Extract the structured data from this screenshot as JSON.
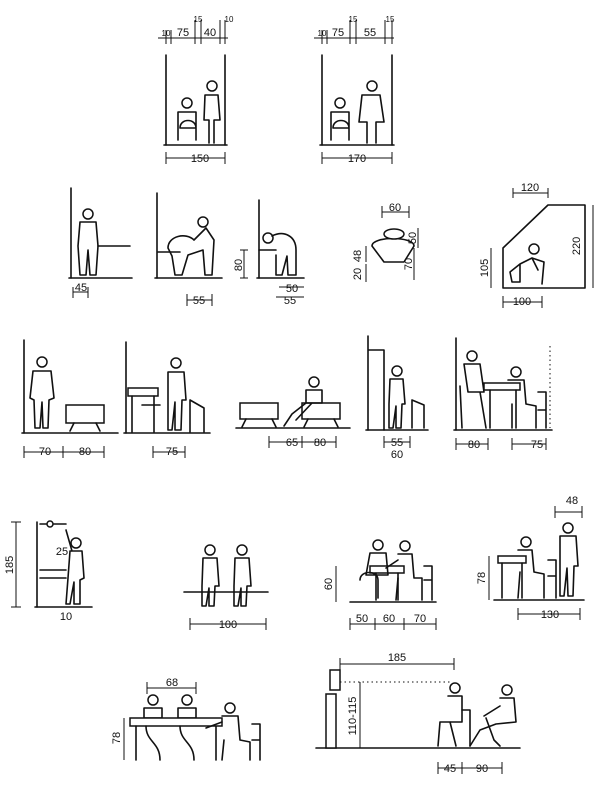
{
  "dimensions": {
    "p1_top": [
      "10",
      "75",
      "15",
      "40",
      "10"
    ],
    "p1_bottom": "150",
    "p2_top": [
      "10",
      "75",
      "15",
      "55",
      "15"
    ],
    "p2_bottom": "170",
    "r2_a": "45",
    "r2_b": "55",
    "r2_c_height": "80",
    "r2_c_base": [
      "50",
      "55"
    ],
    "r2_d": [
      "60",
      "50",
      "48",
      "70",
      "20"
    ],
    "r2_e": [
      "120",
      "220",
      "105",
      "100"
    ],
    "r3_a": [
      "70",
      "80"
    ],
    "r3_b": "75",
    "r3_c": [
      "65",
      "80"
    ],
    "r3_d": [
      "55",
      "60"
    ],
    "r3_e": [
      "80",
      "75"
    ],
    "r4_a": [
      "185",
      "25",
      "10"
    ],
    "r4_b": "100",
    "r4_c": [
      "60",
      "50",
      "60",
      "70"
    ],
    "r4_d": [
      "48",
      "78",
      "130"
    ],
    "r5_a": [
      "68",
      "78"
    ],
    "r5_b": [
      "185",
      "110-115",
      "45",
      "90"
    ]
  }
}
